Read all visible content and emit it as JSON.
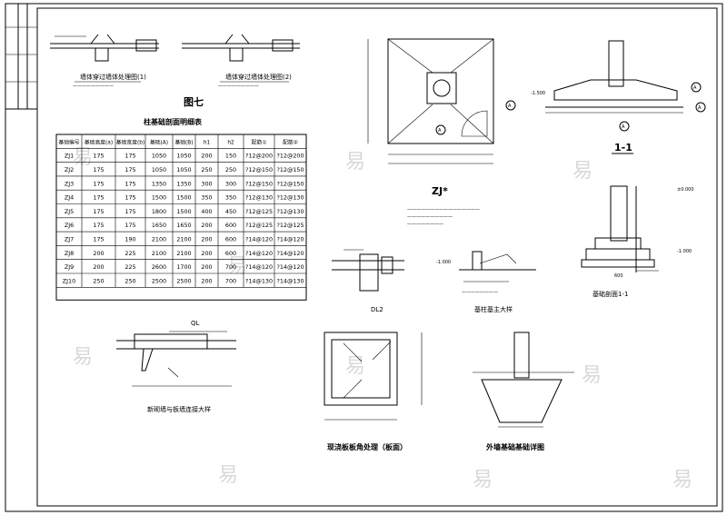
{
  "figure": {
    "label": "图七",
    "table_title": "柱基础剖面明细表"
  },
  "table": {
    "headers": [
      "基础编号",
      "基础高度(a)",
      "基础宽度(b)",
      "基础(A)",
      "基础(B)",
      "h1",
      "h2",
      "配筋①",
      "配筋②"
    ],
    "rows": [
      [
        "ZJ1",
        "175",
        "175",
        "1050",
        "1050",
        "200",
        "150",
        "?12@200",
        "?12@200"
      ],
      [
        "ZJ2",
        "175",
        "175",
        "1050",
        "1050",
        "250",
        "250",
        "?12@150",
        "?12@150"
      ],
      [
        "ZJ3",
        "175",
        "175",
        "1350",
        "1350",
        "300",
        "300",
        "?12@150",
        "?12@150"
      ],
      [
        "ZJ4",
        "175",
        "175",
        "1500",
        "1500",
        "350",
        "350",
        "?12@130",
        "?12@130"
      ],
      [
        "ZJ5",
        "175",
        "175",
        "1800",
        "1500",
        "400",
        "450",
        "?12@125",
        "?12@130"
      ],
      [
        "ZJ6",
        "175",
        "175",
        "1650",
        "1650",
        "200",
        "600",
        "?12@125",
        "?12@125"
      ],
      [
        "ZJ7",
        "175",
        "190",
        "2100",
        "2100",
        "200",
        "600",
        "?14@120",
        "?14@120"
      ],
      [
        "ZJ8",
        "200",
        "225",
        "2100",
        "2100",
        "200",
        "600",
        "?14@120",
        "?14@120"
      ],
      [
        "ZJ9",
        "200",
        "225",
        "2600",
        "1700",
        "200",
        "700",
        "?14@120",
        "?14@120"
      ],
      [
        "ZJ10",
        "250",
        "250",
        "2500",
        "2500",
        "200",
        "700",
        "?14@130",
        "?14@130"
      ]
    ]
  },
  "drawings": {
    "top_left_1": "墙体穿过墙体处理图(1)",
    "top_left_2": "墙体穿过墙体处理图(2)",
    "plan_label": "ZJ*",
    "section_label": "1-1",
    "marker": "A",
    "dl2_label": "DL2",
    "col_detail": "基柱基主大样",
    "wall_section": "基础剖面1-1",
    "ql_label": "QL",
    "ql_caption": "新砌墙与板墙连接大样",
    "slab_caption": "现浇板板角处理（板面）",
    "strip_caption": "外墙基础基础详图",
    "dims": {
      "d600": "600",
      "elev1": "±0.000",
      "elev2": "-1.000",
      "elev3": "-1.500"
    }
  },
  "watermark": "易"
}
